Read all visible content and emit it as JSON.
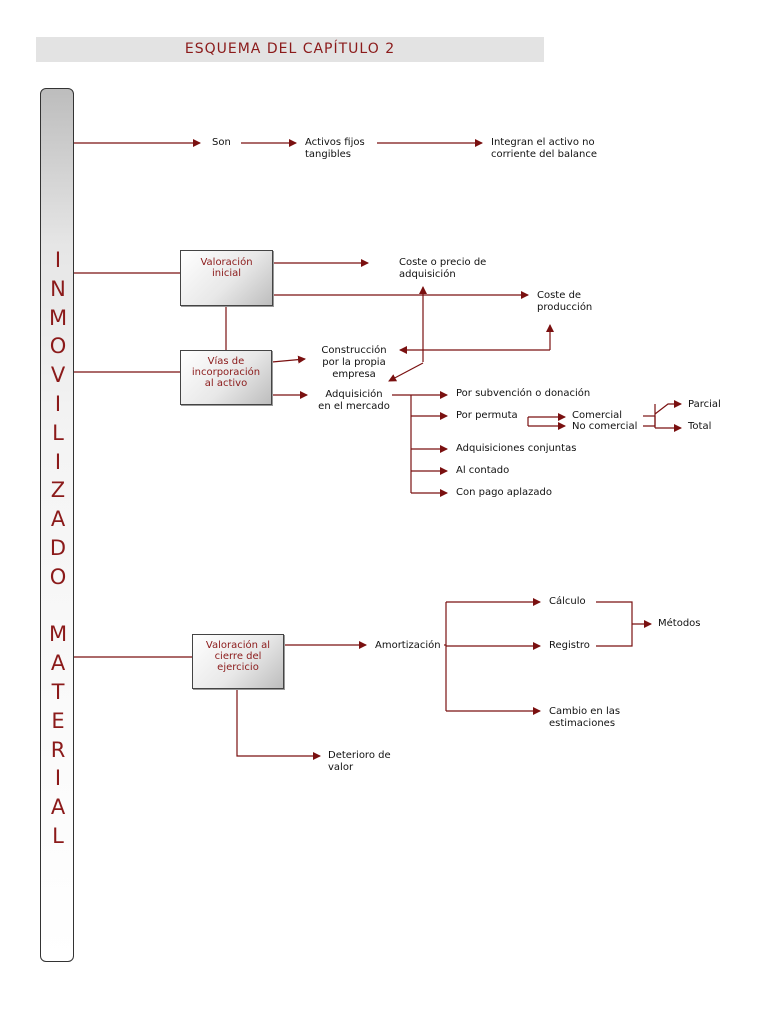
{
  "header": {
    "title": "ESQUEMA DEL CAPÍTULO 2"
  },
  "side_title": [
    "I",
    "N",
    "M",
    "O",
    "V",
    "I",
    "L",
    "I",
    "Z",
    "A",
    "D",
    "O",
    "",
    "M",
    "A",
    "T",
    "E",
    "R",
    "I",
    "A",
    "L"
  ],
  "boxes": {
    "valoracion_inicial": "Valoración\ninicial",
    "vias_incorporacion": "Vías de\nincorporación\nal activo",
    "valoracion_cierre": "Valoración al\ncierre del\nejercicio"
  },
  "labels": {
    "son": "Son",
    "activos_fijos": "Activos fijos\ntangibles",
    "integran": "Integran el activo no\ncorriente del balance",
    "coste_adquisicion": "Coste o precio de\nadquisición",
    "coste_produccion": "Coste de\nproducción",
    "construccion": "Construcción\npor la propia\nempresa",
    "adquisicion_mercado": "Adquisición\nen el mercado",
    "subvencion": "Por subvención o donación",
    "permuta": "Por permuta",
    "comercial": "Comercial",
    "no_comercial": "No comercial",
    "parcial": "Parcial",
    "total": "Total",
    "conjuntas": "Adquisiciones conjuntas",
    "contado": "Al contado",
    "aplazado": "Con pago aplazado",
    "amortizacion": "Amortización",
    "calculo": "Cálculo",
    "registro": "Registro",
    "metodos": "Métodos",
    "cambio": "Cambio en las\nestimaciones",
    "deterioro": "Deterioro de\nvalor"
  },
  "colors": {
    "line": "#7a1010",
    "accent_text": "#8b1a1a",
    "header_bg": "#e3e3e3"
  }
}
